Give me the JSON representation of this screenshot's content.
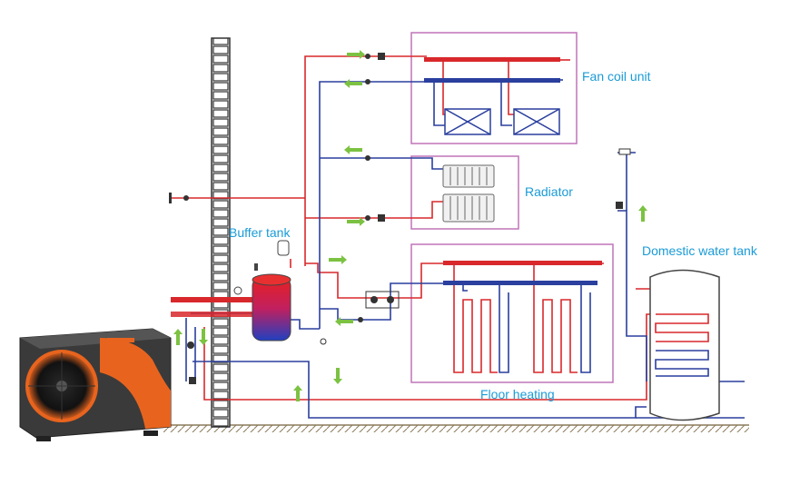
{
  "labels": {
    "fan_coil_unit": "Fan coil unit",
    "radiator": "Radiator",
    "buffer_tank": "Buffer tank",
    "domestic_water_tank": "Domestic water tank",
    "floor_heating": "Floor heating"
  },
  "colors": {
    "hot_pipe": "#d8282c",
    "cold_pipe": "#2a3f9e",
    "label_text": "#1a9bd7",
    "zone_border": "#c074b8",
    "flow_arrow": "#7cc242",
    "heat_pump_body": "#3a3a3a",
    "heat_pump_accent": "#e8641e"
  },
  "icons": [
    "heat-pump-unit",
    "brick-wall",
    "buffer-tank",
    "fan-coil-unit",
    "radiator",
    "floor-heating-loops",
    "domestic-water-tank",
    "valve",
    "pump",
    "flow-arrow"
  ]
}
